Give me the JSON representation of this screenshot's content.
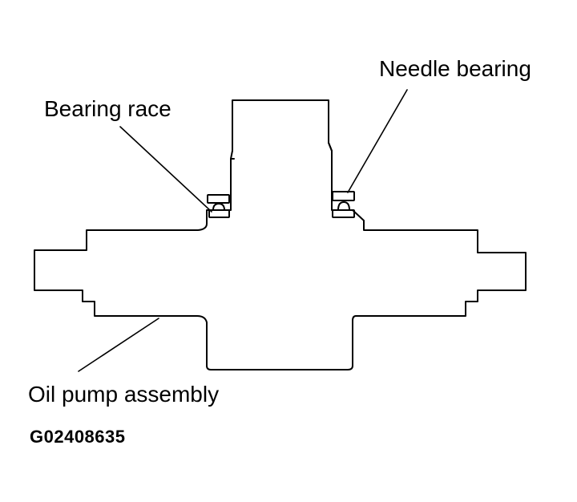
{
  "labels": {
    "needle_bearing": "Needle bearing",
    "bearing_race": "Bearing race",
    "oil_pump_assembly": "Oil pump assembly"
  },
  "figure_id": "G02408635",
  "colors": {
    "line": "#000000",
    "background": "#ffffff"
  }
}
